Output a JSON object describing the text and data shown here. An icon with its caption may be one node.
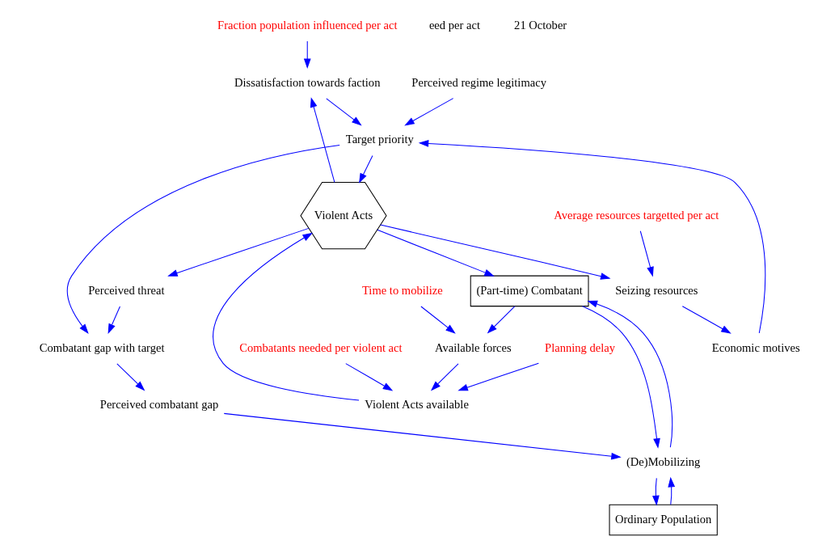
{
  "diagram": {
    "nodes": [
      {
        "text": [
          "Fraction population influenced per act"
        ]
      },
      {
        "text": [
          "Average resources targetted per act"
        ]
      },
      {
        "text": [
          "Seizing resources"
        ]
      },
      {
        "text": [
          "Economic motives"
        ]
      },
      {
        "text": [
          "Dissatisfaction towards faction"
        ]
      },
      {
        "text": [
          "Planning delay"
        ]
      },
      {
        "text": [
          "Violent Acts available"
        ]
      },
      {
        "text": [
          "Combatants needed per violent act"
        ]
      },
      {
        "text": [
          "Violent Acts"
        ]
      },
      {
        "text": [
          "Perceived regime legitimacy"
        ]
      },
      {
        "text": [
          "Target priority"
        ]
      },
      {
        "text": [
          "Available forces"
        ]
      },
      {
        "text": [
          "Perceived threat"
        ]
      },
      {
        "text": [
          "Time to mobilize"
        ]
      },
      {
        "text": [
          "(Part-time) Combatant"
        ]
      },
      {
        "text": [
          "Combatant gap with target"
        ]
      },
      {
        "text": [
          "Perceived combatant gap"
        ]
      },
      {
        "text": [
          "(De)Mobilizing"
        ]
      },
      {
        "text": [
          "Ordinary Population"
        ]
      }
    ],
    "edges": [
      {
        "from": 1,
        "to": 2,
        "arrow": "to"
      },
      {
        "from": 8,
        "to": 2,
        "arrow": "to"
      },
      {
        "from": 8,
        "to": 4,
        "arrow": "to"
      },
      {
        "from": 0,
        "to": 4,
        "arrow": "to"
      },
      {
        "from": 2,
        "to": 3,
        "arrow": "to"
      },
      {
        "from": 4,
        "to": 10,
        "arrow": "to"
      },
      {
        "from": 3,
        "to": 10,
        "arrow": "to"
      },
      {
        "from": 9,
        "to": 10,
        "arrow": "to"
      },
      {
        "from": 10,
        "to": 8,
        "arrow": "to"
      },
      {
        "from": 5,
        "to": 6,
        "arrow": "to"
      },
      {
        "from": 7,
        "to": 6,
        "arrow": "to"
      },
      {
        "from": 11,
        "to": 6,
        "arrow": "to"
      },
      {
        "from": 6,
        "to": 8,
        "arrow": "to"
      },
      {
        "from": 13,
        "to": 11,
        "arrow": "to"
      },
      {
        "from": 14,
        "to": 11,
        "arrow": "to"
      },
      {
        "from": 8,
        "to": 14,
        "arrow": "to"
      },
      {
        "from": 8,
        "to": 12,
        "arrow": "to"
      },
      {
        "from": 12,
        "to": 15,
        "arrow": "to"
      },
      {
        "from": 10,
        "to": 15,
        "arrow": "to"
      },
      {
        "from": 15,
        "to": 16,
        "arrow": "to"
      },
      {
        "from": 16,
        "to": 17,
        "arrow": "to"
      },
      {
        "from": 17,
        "to": 14,
        "arrow": "to"
      },
      {
        "from": 14,
        "to": 17,
        "arrow": "to"
      },
      {
        "from": 17,
        "to": 18,
        "arrow": "to"
      },
      {
        "from": 18,
        "to": 17,
        "arrow": "to"
      }
    ],
    "labels": [
      "eed per act",
      "21 October"
    ]
  }
}
